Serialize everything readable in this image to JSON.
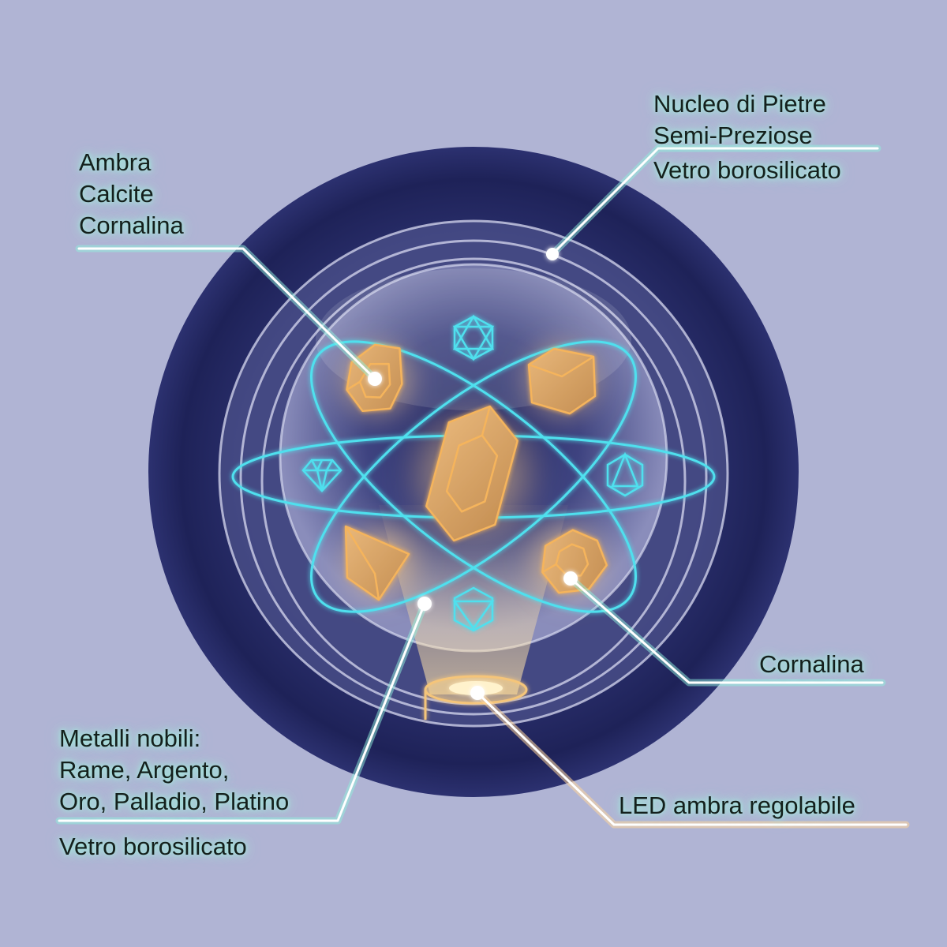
{
  "colors": {
    "background": "#b0b4d4",
    "outer_ring": "#1f2459",
    "glass": "#c9cbe2",
    "orbit_cyan": "#4fe0ee",
    "gem_amber": "#f2b969",
    "leader_glow_cyan": "#8ff0dc",
    "leader_glow_amber": "#ffd69a",
    "text": "#14201c"
  },
  "labels": {
    "top_right": {
      "lines": [
        "Nucleo di Pietre",
        "Semi-Preziose"
      ],
      "sub": "Vetro borosilicato"
    },
    "top_left": {
      "lines": [
        "Ambra",
        "Calcite",
        "Cornalina"
      ]
    },
    "bottom_left": {
      "lines": [
        "Metalli nobili:",
        "Rame, Argento,",
        "Oro, Palladio, Platino"
      ],
      "sub": "Vetro borosilicato"
    },
    "right": {
      "lines": [
        "Cornalina"
      ]
    },
    "bottom_right": {
      "lines": [
        "LED ambra regolabile"
      ]
    }
  },
  "diagram": {
    "amber_gems": [
      "teardrop-gem",
      "cube-gem",
      "central-hexagonal-crystal",
      "octahedron-gem",
      "oval-faceted-gem"
    ],
    "cyan_polyhedra": [
      "icosahedron-top",
      "diamond-left",
      "octahedron-right",
      "icosahedron-bottom"
    ],
    "light_source": "led-base"
  }
}
